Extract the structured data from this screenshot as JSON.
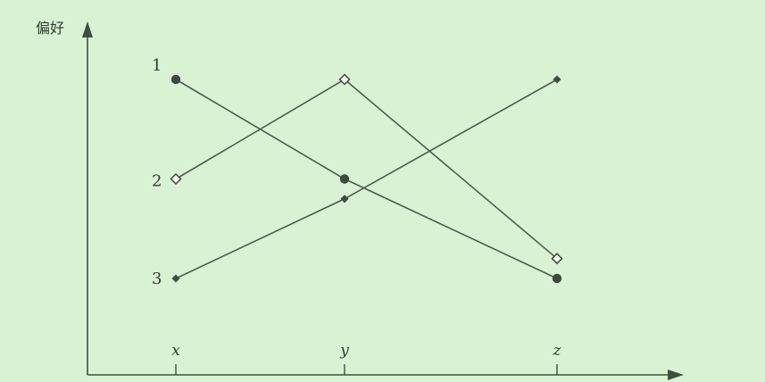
{
  "chart_data": {
    "type": "line",
    "ylabel": "偏好",
    "xlabel": "",
    "categories": [
      "x",
      "y",
      "z"
    ],
    "y_tick_labels": [
      "1",
      "2",
      "3"
    ],
    "ylim": [
      3,
      1
    ],
    "y_inverted": true,
    "grid": false,
    "series": [
      {
        "values": [
          1,
          2,
          3
        ],
        "marker": "circle",
        "color": "#3d4a3d"
      },
      {
        "values": [
          2,
          1,
          2.8
        ],
        "marker": "diamond",
        "color": "#3d4a3d"
      },
      {
        "values": [
          3,
          2.2,
          1
        ],
        "marker": "square",
        "color": "#3d4a3d"
      }
    ]
  }
}
